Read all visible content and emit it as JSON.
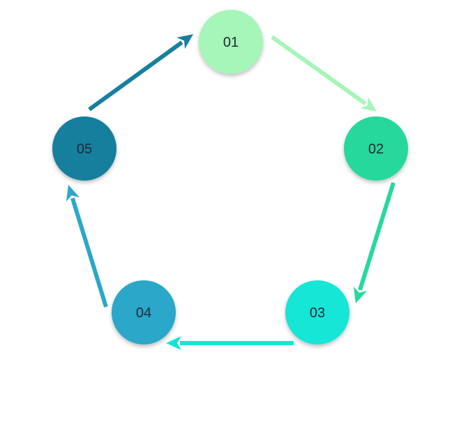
{
  "diagram": {
    "type": "cycle",
    "direction": "clockwise",
    "nodes": [
      {
        "label": "01",
        "color": "#a6f5b9"
      },
      {
        "label": "02",
        "color": "#26d89c"
      },
      {
        "label": "03",
        "color": "#12e6d6"
      },
      {
        "label": "04",
        "color": "#2ca7c9"
      },
      {
        "label": "05",
        "color": "#177f9e"
      }
    ],
    "arrows": [
      {
        "from": "01",
        "to": "02",
        "color": "#a6f5b9"
      },
      {
        "from": "02",
        "to": "03",
        "color": "#26d89c"
      },
      {
        "from": "03",
        "to": "04",
        "color": "#12e6d6"
      },
      {
        "from": "04",
        "to": "05",
        "color": "#2ca7c9"
      },
      {
        "from": "05",
        "to": "01",
        "color": "#177f9e"
      }
    ]
  }
}
